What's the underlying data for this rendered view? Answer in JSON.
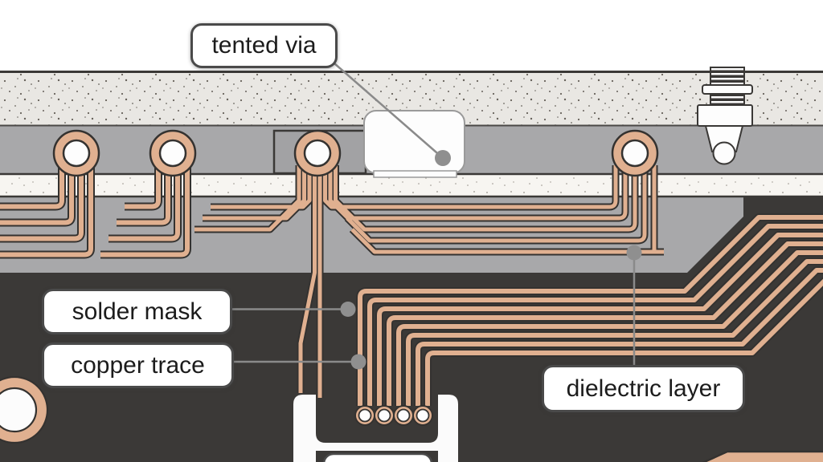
{
  "diagram": {
    "type": "pcb-cross-section-illustration",
    "labels": {
      "tented_via": "tented via",
      "solder_mask": "solder mask",
      "copper_trace": "copper trace",
      "dielectric_layer": "dielectric layer"
    },
    "colors": {
      "copper": "#e0b090",
      "copper_outline": "#343230",
      "dielectric_gray": "#a8a8aa",
      "solder_mask_dark": "#3b3937",
      "substrate_speckled": "#e9e7e3",
      "inner_band_white": "#f7f5f1",
      "leader_gray": "#8a8a8a",
      "label_border": "#4a4a4a",
      "label_text": "#1c1c1c",
      "component_white": "#fdfdfd"
    },
    "parts": [
      "plated through vias",
      "tented via cover",
      "press-fit pin component",
      "bottom pad array component",
      "edge pad ring",
      "stair-routed trace bundle"
    ]
  }
}
